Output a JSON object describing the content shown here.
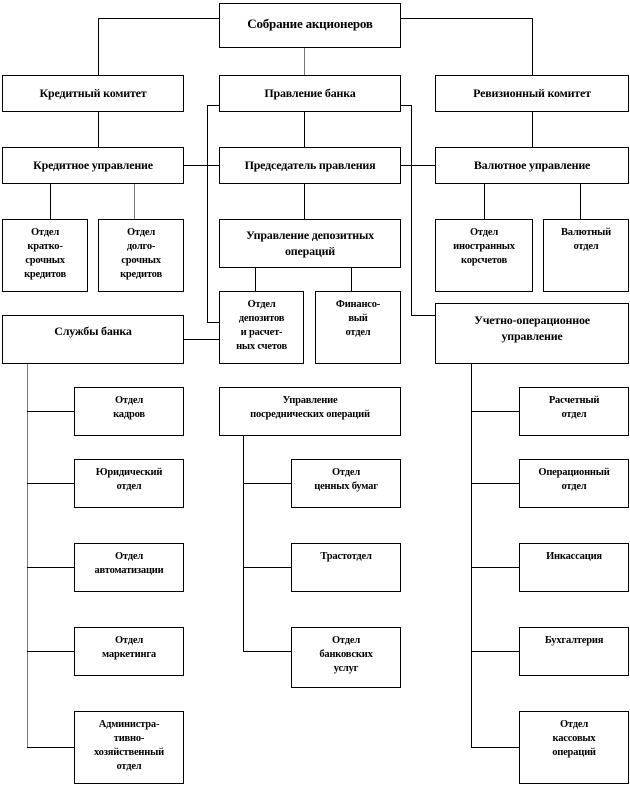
{
  "nodes": {
    "shareholders": [
      "Собрание акционеров"
    ],
    "credit_committee": [
      "Кредитный комитет"
    ],
    "board": [
      "Правление банка"
    ],
    "audit_committee": [
      "Ревизионный комитет"
    ],
    "credit_department": [
      "Кредитное управление"
    ],
    "chairman": [
      "Председатель правления"
    ],
    "currency_department": [
      "Валютное управление"
    ],
    "short_term": [
      "Отдел",
      "кратко-",
      "срочных",
      "кредитов"
    ],
    "long_term": [
      "Отдел",
      "долго-",
      "срочных",
      "кредитов"
    ],
    "deposit_management": [
      "Управление депозитных",
      "операций"
    ],
    "foreign_corr": [
      "Отдел",
      "иностранных",
      "корсчетов"
    ],
    "currency_division": [
      "Валютный",
      "отдел"
    ],
    "deposits_accounts": [
      "Отдел",
      "депозитов",
      "и расчет-",
      "ных счетов"
    ],
    "financial": [
      "Финансо-",
      "вый",
      "отдел"
    ],
    "bank_services": [
      "Службы банка"
    ],
    "accounting_operations": [
      "Учетно-операционное",
      "управление"
    ],
    "hr": [
      "Отдел",
      "кадров"
    ],
    "legal": [
      "Юридический",
      "отдел"
    ],
    "automation": [
      "Отдел",
      "автоматизации"
    ],
    "marketing": [
      "Отдел",
      "маркетинга"
    ],
    "admin": [
      "Администра-",
      "тивно-",
      "хозяйственный",
      "отдел"
    ],
    "intermediary": [
      "Управление",
      "посреднических операций"
    ],
    "securities": [
      "Отдел",
      "ценных бумаг"
    ],
    "trust": [
      "Трастотдел"
    ],
    "banking_services": [
      "Отдел",
      "банковских",
      "услуг"
    ],
    "settlement": [
      "Расчетный",
      "отдел"
    ],
    "operational": [
      "Операционный",
      "отдел"
    ],
    "collection": [
      "Инкассация"
    ],
    "bookkeeping": [
      "Бухгалтерия"
    ],
    "cash_operations": [
      "Отдел",
      "кассовых",
      "операций"
    ]
  }
}
